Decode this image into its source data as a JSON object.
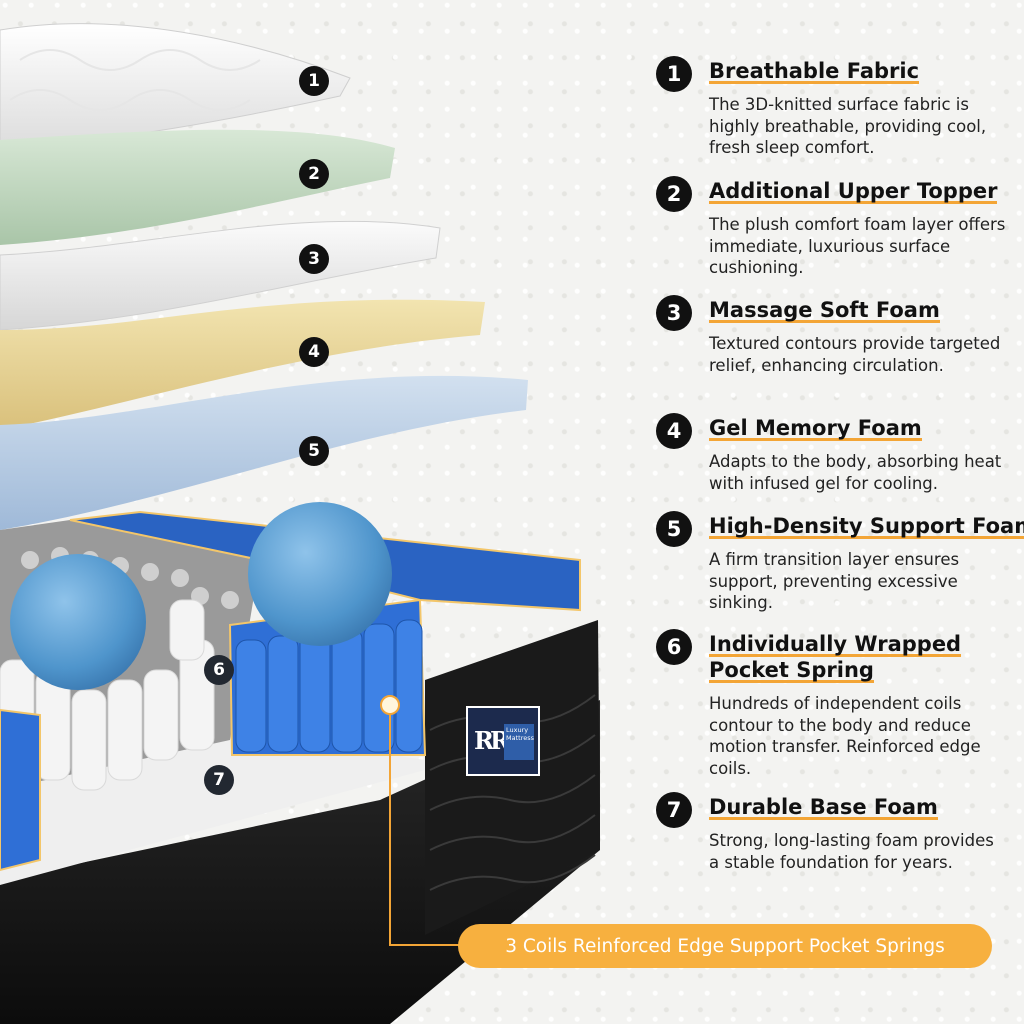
{
  "layers": [
    {
      "badge": "1",
      "title": "Breathable Fabric",
      "desc": "The 3D-knitted surface fabric is highly breathable, providing cool, fresh sleep comfort."
    },
    {
      "badge": "2",
      "title": "Additional Upper Topper",
      "desc": "The plush comfort foam layer offers immediate, luxurious surface cushioning."
    },
    {
      "badge": "3",
      "title": "Massage Soft Foam",
      "desc": "Textured contours provide targeted relief, enhancing circulation."
    },
    {
      "badge": "4",
      "title": "Gel Memory Foam",
      "desc": "Adapts to the body, absorbing heat with infused gel for cooling."
    },
    {
      "badge": "5",
      "title": "High-Density Support Foam",
      "desc": "A firm transition layer ensures support, preventing excessive sinking."
    },
    {
      "badge": "6",
      "title_line1": "Individually Wrapped",
      "title_line2": "Pocket Spring",
      "desc": "Hundreds of independent coils contour to the body and reduce motion transfer. Reinforced edge coils."
    },
    {
      "badge": "7",
      "title": "Durable Base Foam",
      "desc": "Strong, long-lasting foam provides a stable foundation for years."
    }
  ],
  "callout": "3 Coils Reinforced Edge Support Pocket Springs",
  "brand": {
    "letters": "RR",
    "name_line1": "Luxury",
    "name_line2": "Mattress"
  },
  "colors": {
    "accent": "#f3a536",
    "callout_bg": "#f7b03f",
    "fabric": "#f7f7f7",
    "topper": "#c9dcc8",
    "soft_foam": "#f1f1f1",
    "gel_foam": "#ecdca4",
    "support_foam": "#bcd0e6",
    "spring_blue": "#2f6fd6",
    "base_black": "#141414"
  }
}
